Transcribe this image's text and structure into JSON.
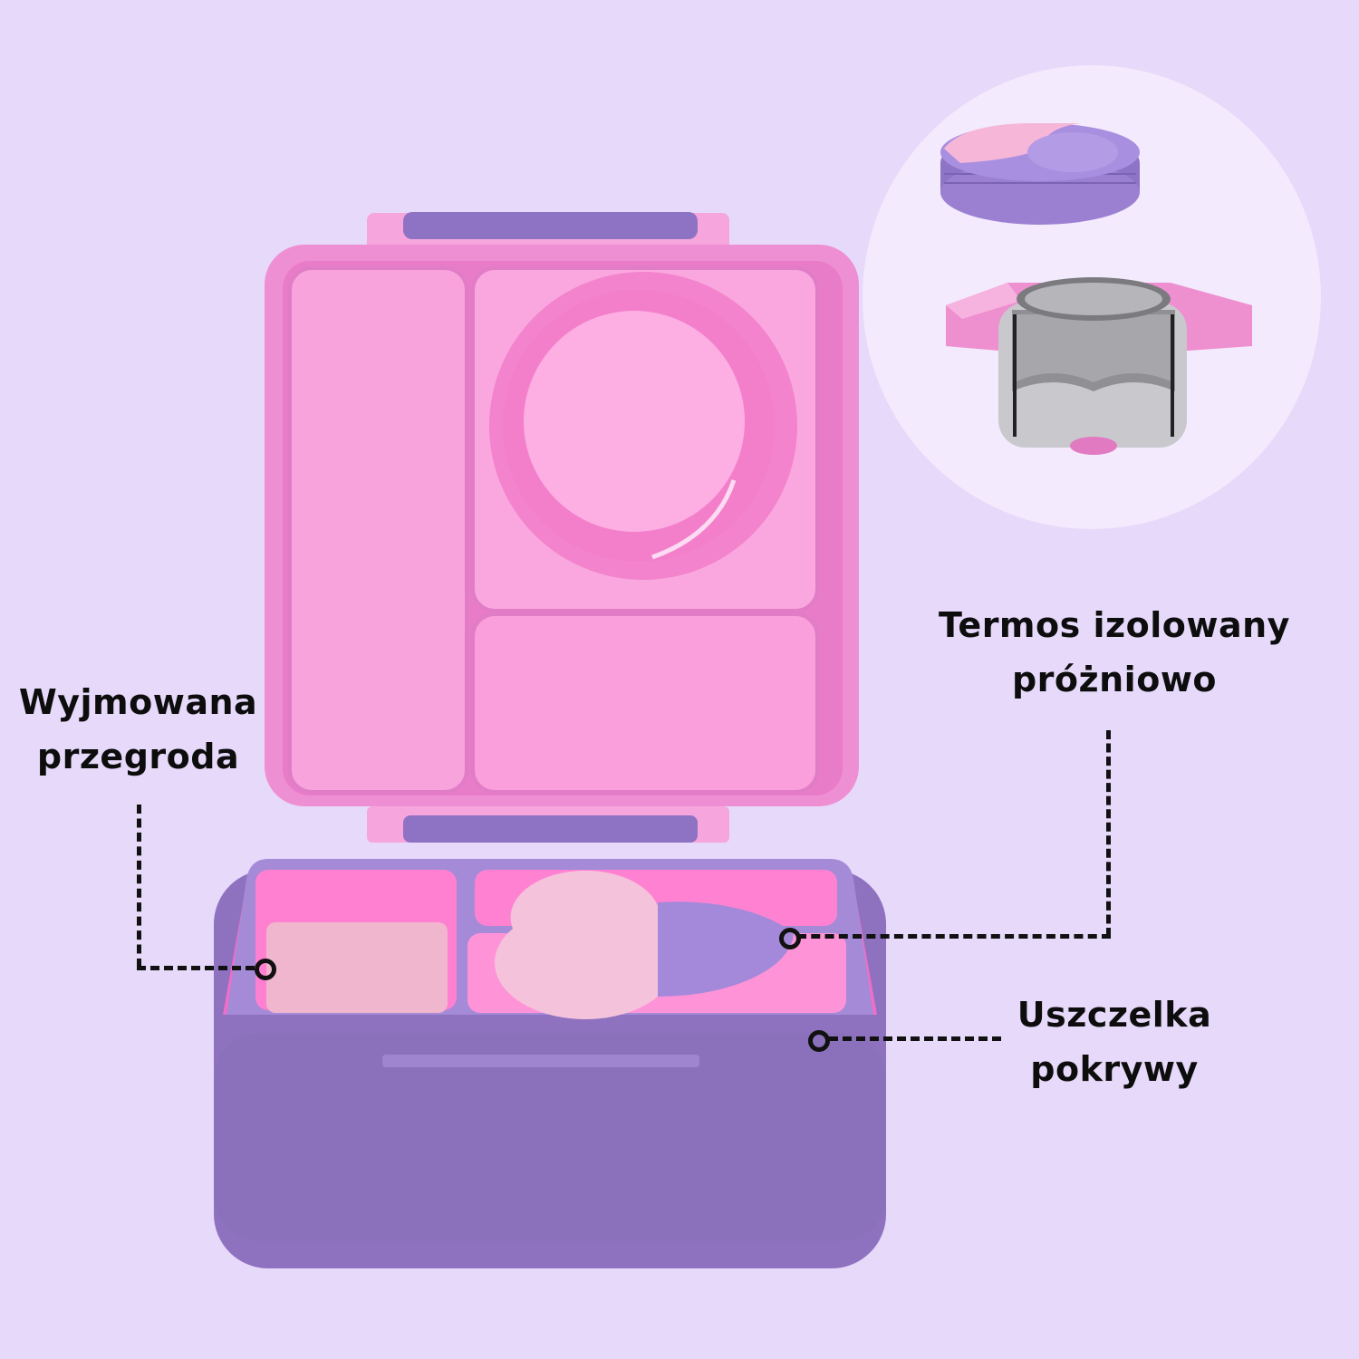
{
  "background_color": "#e6d9fa",
  "callouts": [
    {
      "id": "removable-divider",
      "lines": [
        "Wyjmowana",
        "przegroda"
      ]
    },
    {
      "id": "vacuum-thermos",
      "lines": [
        "Termos izolowany",
        "próżniowo"
      ]
    },
    {
      "id": "lid-seal",
      "lines": [
        "Uszczelka",
        "pokrywy"
      ]
    }
  ],
  "colors": {
    "lid_pink": "#f28fd3",
    "tray_pink": "#ffb0e4",
    "body_purple": "#9478c8",
    "rim_purple": "#a58ad8",
    "divider_pink": "#f1b9cf",
    "steel": "#b8b8bc"
  }
}
